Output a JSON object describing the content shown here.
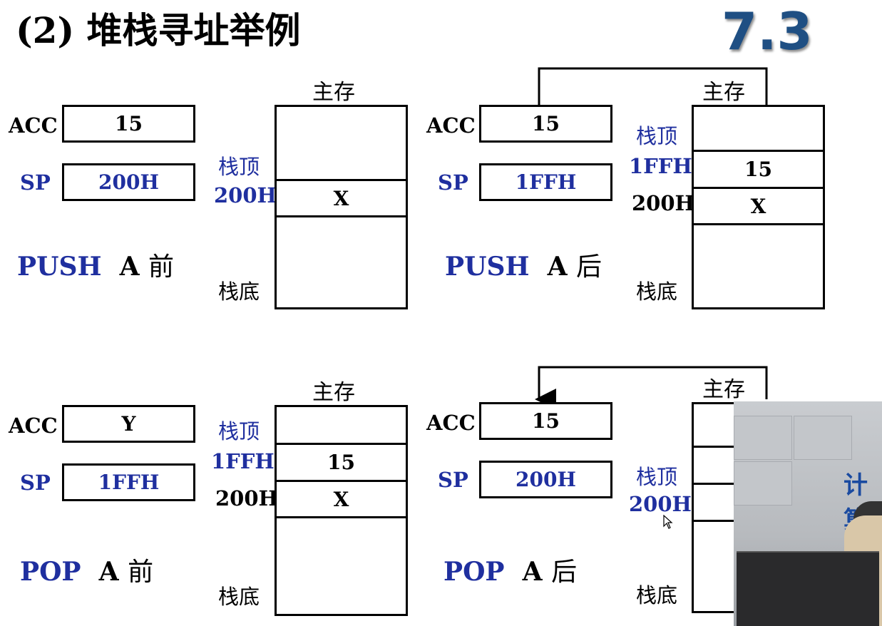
{
  "title": "(2) 堆栈寻址举例",
  "section": "7.3",
  "memory_title": "主存",
  "stack_top": "栈顶",
  "stack_bottom": "栈底",
  "acc_label": "ACC",
  "sp_label": "SP",
  "addr_200": "200H",
  "addr_1ff": "1FFH",
  "val_15": "15",
  "val_x": "X",
  "val_y": "Y",
  "captions": {
    "push": "PUSH",
    "pop": "POP",
    "a": "A",
    "before": "前",
    "after": "后"
  },
  "panels": {
    "push_before": {
      "acc": "15",
      "sp": "200H"
    },
    "push_after": {
      "acc": "15",
      "sp": "1FFH"
    },
    "pop_before": {
      "acc": "Y",
      "sp": "1FFH"
    },
    "pop_after": {
      "acc": "15",
      "sp": "200H"
    }
  },
  "video_text": "计算"
}
